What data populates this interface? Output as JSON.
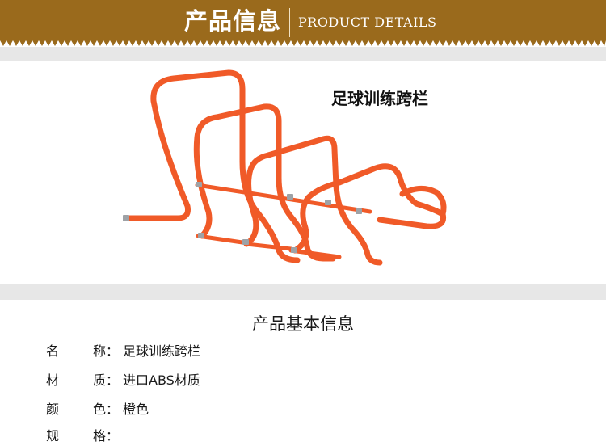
{
  "banner": {
    "title": "产品信息",
    "subtitle": "PRODUCT DETAILS",
    "colors": {
      "background": "#9a6a1c",
      "text": "#ffffff"
    }
  },
  "photo": {
    "caption": "足球训练跨栏",
    "hurdle_color": "#f05a28"
  },
  "info": {
    "heading": "产品基本信息",
    "rows": [
      {
        "label_a": "名",
        "label_b": "称：",
        "value": "足球训练跨栏"
      },
      {
        "label_a": "材",
        "label_b": "质：",
        "value": "进口ABS材质"
      },
      {
        "label_a": "颜",
        "label_b": "色：",
        "value": "橙色"
      },
      {
        "label_a": "规",
        "label_b": "格：",
        "value": ""
      }
    ]
  }
}
